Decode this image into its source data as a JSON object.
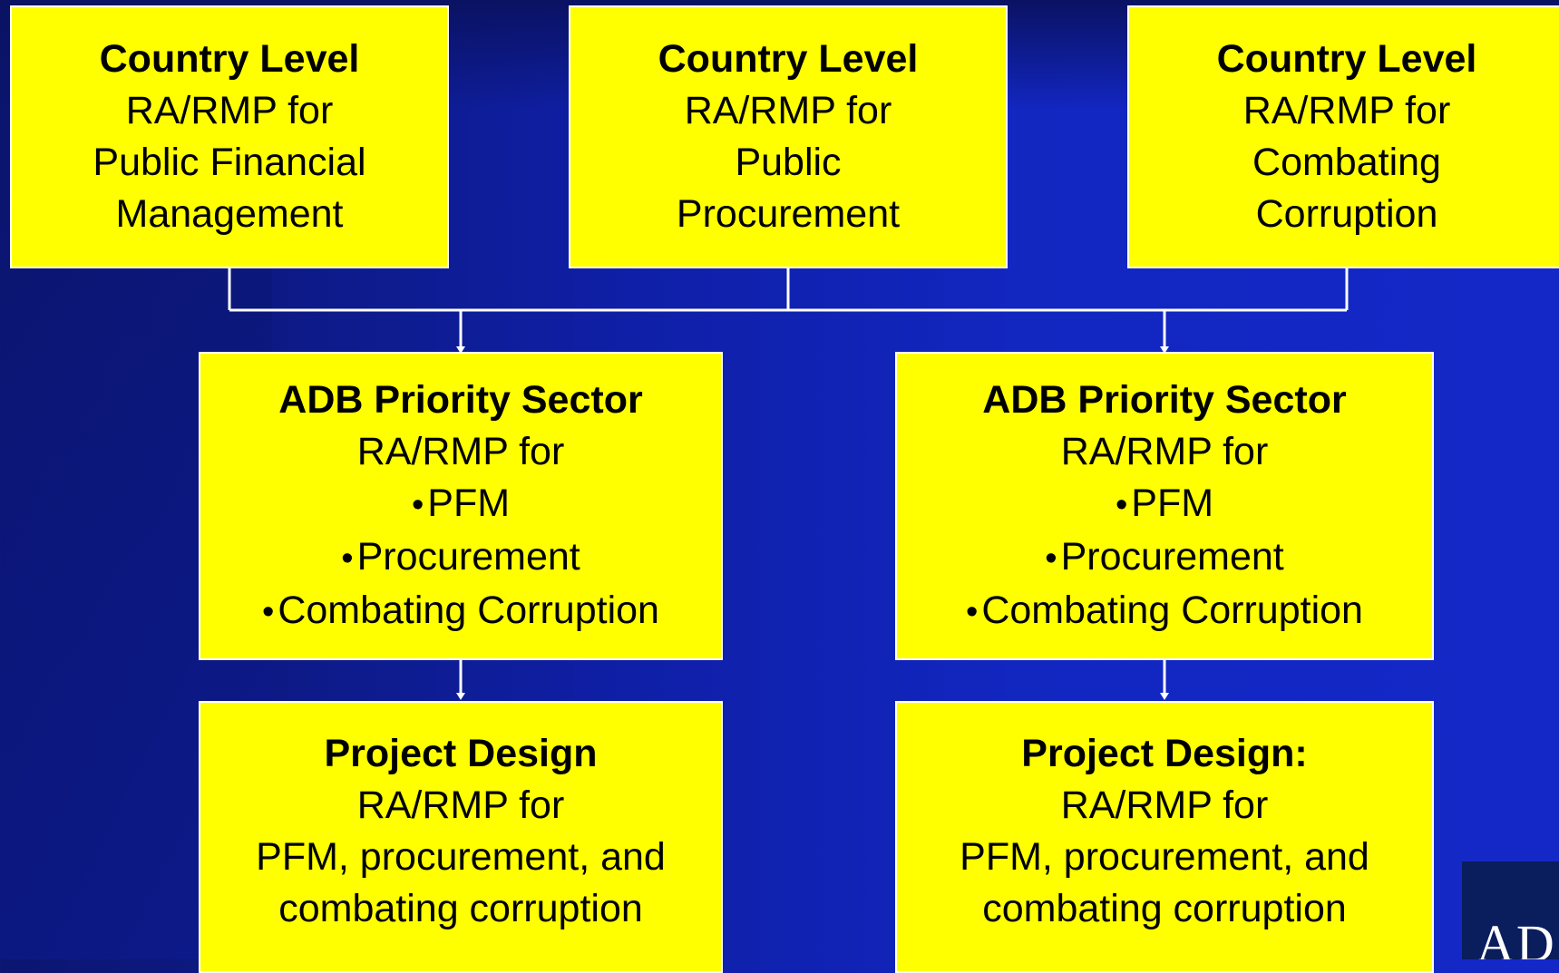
{
  "country_boxes": [
    {
      "title": "Country Level",
      "lines": [
        "RA/RMP for",
        "Public Financial",
        "Management"
      ]
    },
    {
      "title": "Country Level",
      "lines": [
        "RA/RMP for",
        "Public",
        "Procurement"
      ]
    },
    {
      "title": "Country Level",
      "lines": [
        "RA/RMP for",
        "Combating",
        "Corruption"
      ]
    }
  ],
  "sector_boxes": [
    {
      "title": "ADB Priority Sector",
      "intro": "RA/RMP for",
      "bullets": [
        "PFM",
        "Procurement",
        "Combating Corruption"
      ]
    },
    {
      "title": "ADB Priority Sector",
      "intro": "RA/RMP for",
      "bullets": [
        "PFM",
        "Procurement",
        "Combating Corruption"
      ]
    }
  ],
  "project_boxes": [
    {
      "title": "Project Design",
      "lines": [
        "RA/RMP for",
        "PFM, procurement, and",
        "combating corruption"
      ]
    },
    {
      "title": "Project Design:",
      "lines": [
        "RA/RMP for",
        "PFM, procurement, and",
        "combating corruption"
      ]
    }
  ],
  "logo": {
    "text": "AD"
  },
  "colors": {
    "box_fill": "#ffff00",
    "connector": "#ffffff",
    "background": "#1226c0"
  }
}
